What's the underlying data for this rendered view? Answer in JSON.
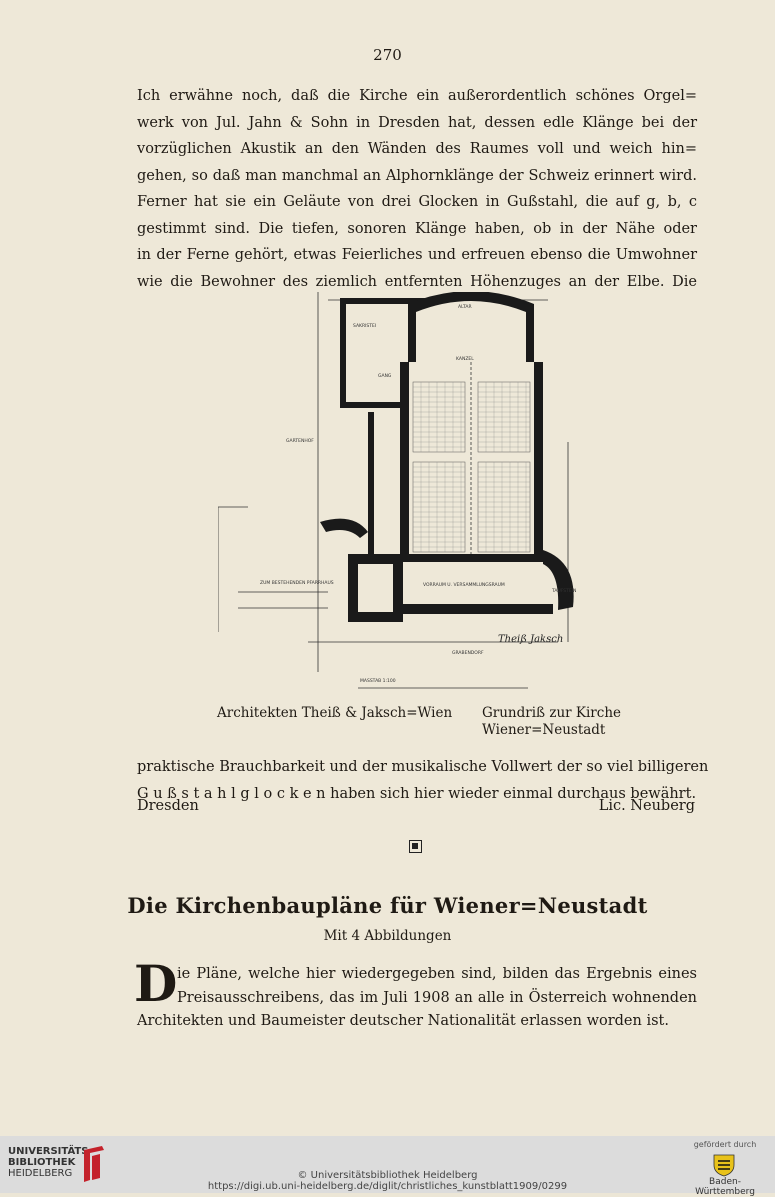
{
  "page": {
    "number": "270",
    "paragraph1": [
      "Ich erwähne noch, daß die Kirche ein außerordentlich schönes Orgel=",
      "werk von Jul. Jahn & Sohn in Dresden hat, dessen edle Klänge bei der",
      "vorzüglichen Akustik an den Wänden des Raumes voll und weich hin=",
      "gehen, so daß man manchmal an Alphornklänge der Schweiz erinnert wird.",
      "Ferner hat sie ein Geläute von drei Glocken in Gußstahl, die auf g, b, c",
      "gestimmt sind. Die tiefen, sonoren Klänge haben, ob in der Nähe oder",
      "in der Ferne gehört, etwas Feierliches und erfreuen ebenso die Umwohner",
      "wie die Bewohner des ziemlich entfernten Höhenzuges an der Elbe. Die"
    ],
    "figure": {
      "caption_left": "Architekten Theiß & Jaksch=Wien",
      "caption_right_1": "Grundriß zur Kirche",
      "caption_right_2": "Wiener=Neustadt",
      "labels": {
        "altar": "ALTAR",
        "sakristei": "SAKRISTEI",
        "kanzel": "KANZEL",
        "gang": "GANG",
        "gartenhof": "GARTENHOF",
        "vorraum": "VORRAUM U. VERSAMMLUNGSRAUM",
        "pfarrhaus": "ZUM BESTEHENDEN PFARRHAUS",
        "taufstein": "TAUFSTEIN",
        "gasse": "GRABENDORF",
        "scale": "MASSTAB 1:100",
        "signature": "Theiß Jaksch"
      }
    },
    "paragraph2": [
      "praktische Brauchbarkeit und der musikalische Vollwert der so viel billigeren",
      "G u ß s t a h l g l o c k e n haben sich hier wieder einmal durchaus bewährt."
    ],
    "sig_place": "Dresden",
    "sig_author": "Lic. Neuberg",
    "heading": "Die Kirchenbaupläne für Wiener=Neustadt",
    "subheading": "Mit 4 Abbildungen",
    "dropcap": "D",
    "paragraph3": [
      "ie Pläne, welche hier wiedergegeben sind, bilden das Ergebnis eines",
      "Preisausschreibens, das im Juli 1908 an alle in Österreich wohnenden",
      "Architekten und Baumeister deutscher Nationalität erlassen worden ist."
    ]
  },
  "footer": {
    "library_line1": "UNIVERSITÄTS-",
    "library_line2": "BIBLIOTHEK",
    "library_line3": "HEIDELBERG",
    "copyright": "© Universitätsbibliothek Heidelberg",
    "url": "https://digi.ub.uni-heidelberg.de/diglit/christliches_kunstblatt1909/0299",
    "funded_by": "gefördert durch",
    "funder": "Baden-Württemberg"
  }
}
